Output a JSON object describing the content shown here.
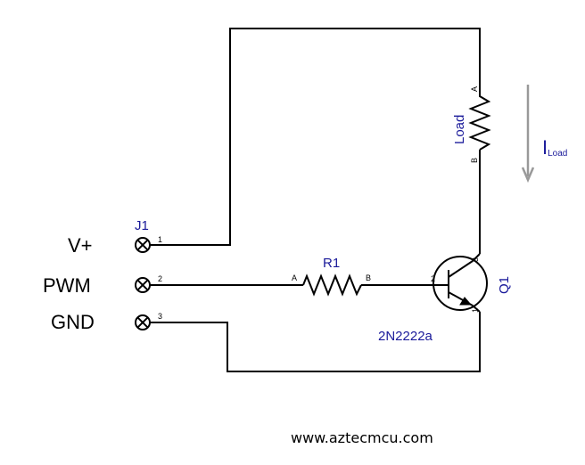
{
  "connector": {
    "ref": "J1",
    "pins": [
      {
        "num": "1",
        "label": "V+"
      },
      {
        "num": "2",
        "label": "PWM"
      },
      {
        "num": "3",
        "label": "GND"
      }
    ]
  },
  "resistor": {
    "ref": "R1",
    "pin_a": "A",
    "pin_b": "B"
  },
  "load": {
    "label": "Load",
    "pin_a": "A",
    "pin_b": "B"
  },
  "transistor": {
    "ref": "Q1",
    "part": "2N2222a",
    "pin_base": "2",
    "pin_collector": "3",
    "pin_emitter": "1"
  },
  "current": {
    "symbol": "I",
    "subscript": "Load"
  },
  "footer": {
    "url": "www.aztecmcu.com"
  },
  "colors": {
    "wire": "#000000",
    "component_text": "#1a1a9a",
    "arrow": "#999999"
  }
}
